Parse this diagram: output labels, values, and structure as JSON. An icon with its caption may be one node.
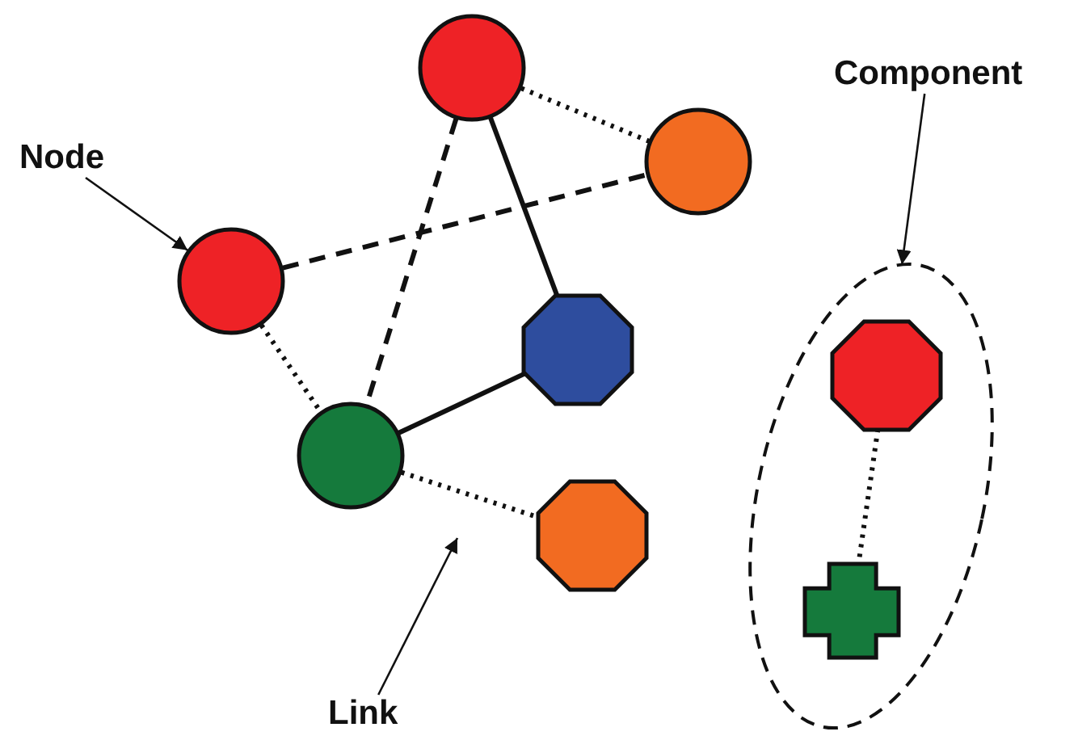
{
  "diagram": {
    "nodes": [
      {
        "text": [],
        "shape": "circle"
      },
      {
        "text": [
          "Component"
        ]
      },
      {
        "text": [],
        "shape": "circle"
      },
      {
        "text": [
          "Node"
        ]
      },
      {
        "text": [],
        "shape": "circle"
      },
      {
        "text": [],
        "shape": "octagon"
      },
      {
        "text": [],
        "shape": "ellipse"
      },
      {
        "text": [],
        "shape": "octagon",
        "in": 6
      },
      {
        "text": [],
        "shape": "circle"
      },
      {
        "text": [],
        "shape": "octagon"
      },
      {
        "text": [],
        "shape": "cross",
        "in": 6
      },
      {
        "text": [
          "Link"
        ]
      }
    ],
    "edges": [
      {
        "from": 0,
        "to": 2,
        "arrow": "none",
        "style": "dashed"
      },
      {
        "from": 0,
        "to": 5,
        "arrow": "none"
      },
      {
        "from": 0,
        "to": 8,
        "arrow": "none",
        "style": "dashed"
      },
      {
        "from": 4,
        "to": 2,
        "arrow": "none",
        "style": "dashed"
      },
      {
        "from": 4,
        "to": 8,
        "arrow": "none",
        "style": "dashed"
      },
      {
        "from": 8,
        "to": 5,
        "arrow": "none"
      },
      {
        "from": 8,
        "to": 9,
        "arrow": "none",
        "style": "dashed"
      },
      {
        "from": 7,
        "to": 10,
        "arrow": "none",
        "style": "dashed"
      },
      {
        "from": 3,
        "to": 4,
        "arrow": "to"
      },
      {
        "from": 1,
        "to": 6,
        "arrow": "to"
      },
      {
        "from": 11,
        "to": null,
        "arrow": "to"
      }
    ]
  }
}
